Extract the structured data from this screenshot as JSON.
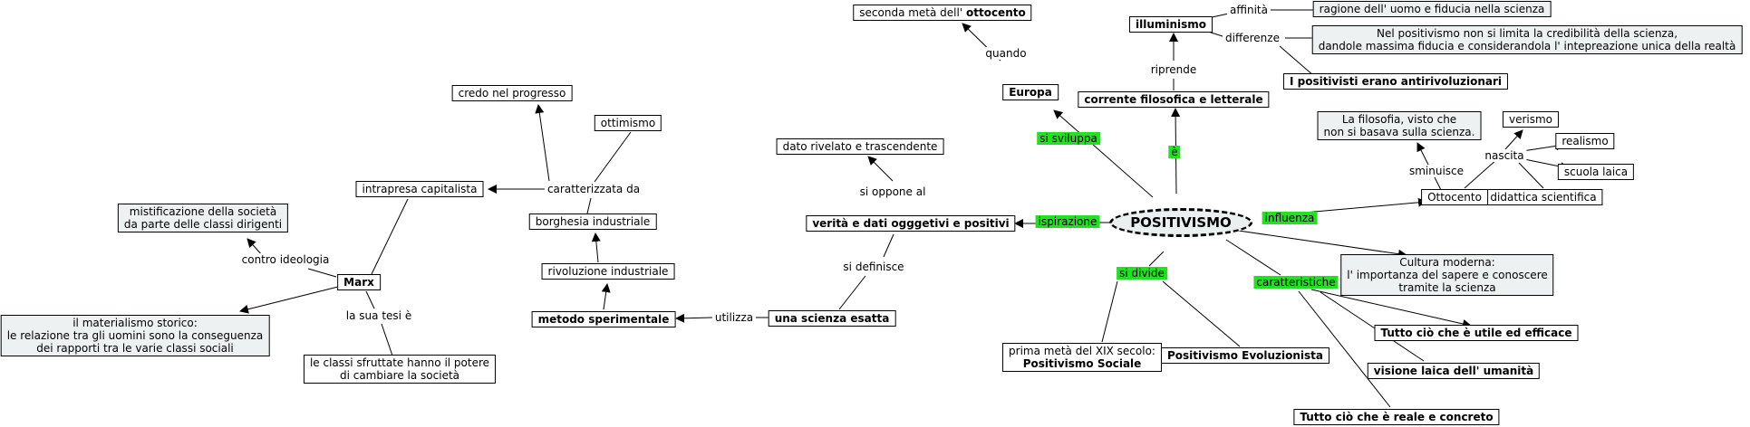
{
  "center": "POSITIVISMO",
  "nodes": {
    "seconda": [
      "seconda metà dell' ",
      "ottocento"
    ],
    "illuminismo": "illuminismo",
    "ragione": "ragione dell' uomo e fiducia nella scienza",
    "nelpositivismo": [
      "Nel positivismo non si limita la credibilità della scienza,",
      "dandole massima fiducia e considerandola l' intepreazione unica della realtà"
    ],
    "antirivoluzionari": "I positivisti erano antirivoluzionari",
    "europa": "Europa",
    "corrente": "corrente filosofica e letterale",
    "credo": "credo nel progresso",
    "ottimismo": "ottimismo",
    "dato": "dato rivelato e trascendente",
    "intrapresa": "intrapresa capitalista",
    "mistificazione": [
      "mistificazione della società",
      "da parte delle classi dirigenti"
    ],
    "borghesia": "borghesia industriale",
    "verita": "verità e dati ogggetivi e positivi",
    "rivoluzione": "rivoluzione industriale",
    "marx": "Marx",
    "materialismo": [
      "il materialismo storico:",
      "le relazione tra gli uomini sono la conseguenza",
      "dei rapporti tra le varie classi sociali"
    ],
    "metodo": "metodo sperimentale",
    "scienza": "una scienza esatta",
    "classi": [
      "le classi sfruttate hanno il potere",
      "di cambiare la società"
    ],
    "filosofia": [
      "La filosofia, visto che",
      "non si basava sulla scienza."
    ],
    "verismo": "verismo",
    "realismo": "realismo",
    "scuola": "scuola laica",
    "didattica": "didattica scientifica",
    "ottocento": "Ottocento",
    "cultura": [
      "Cultura moderna:",
      "l' importanza del sapere e conoscere",
      "tramite la scienza"
    ],
    "utile": "Tutto ciò che è utile ed efficace",
    "visione": "visione laica dell' umanità",
    "reale": "Tutto ciò che è reale e concreto",
    "primameta": [
      "prima metà del XIX secolo:",
      "Positivismo Sociale"
    ],
    "evoluzionista": "Positivismo Evoluzionista"
  },
  "labels": {
    "affinita": "affinità",
    "differenze": "differenze",
    "riprende": "riprende",
    "quando": "quando",
    "si_sviluppa": "si sviluppa",
    "e": "è",
    "caratterizzata": "caratterizzata da",
    "si_oppone": "si oppone al",
    "ispirazione": "ispirazione",
    "contro_ideologia": "contro ideologia",
    "si_definisce": "si definisce",
    "utilizza": "utilizza",
    "la_sua_tesi": "la sua tesi è",
    "sminuisce": "sminuisce",
    "nascita": "nascita",
    "influenza": "influenza",
    "si_divide": "si divide",
    "caratteristiche": "caratteristiche"
  }
}
